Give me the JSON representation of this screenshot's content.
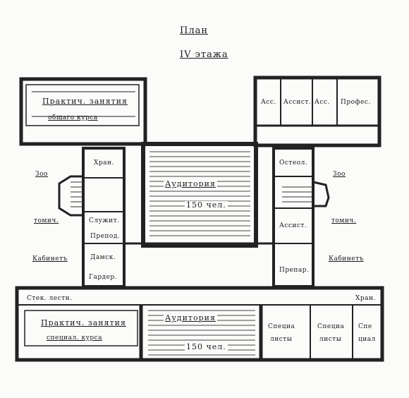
{
  "title": {
    "line1": "План",
    "line2": "IV этажа"
  },
  "rooms": {
    "lab_top_left": {
      "line1": "Практич. занятия",
      "line2": "общаго курса"
    },
    "lab_bottom_left": {
      "line1": "Практич. занятия",
      "line2": "специал. курса"
    },
    "assistant_1": "Асс.",
    "assistant_2": "Ассист.",
    "assistant_3": "Асс.",
    "professor": "Профес.",
    "auditorium_1": {
      "line1": "Аудитория",
      "line2": "150 чел."
    },
    "auditorium_2": {
      "line1": "Аудитория",
      "line2": "150 чел."
    },
    "storage_left": "Хран.",
    "service": "Служит.",
    "director": "Препод.",
    "ladies": "Дамск.",
    "wardrobe": "Гардер.",
    "office_right_1": "Остеол.",
    "office_right_2": "Ассист.",
    "office_right_3": "Препар.",
    "stairs_label": "Стек. лестн.",
    "storage_right": "Хран.",
    "special_1": {
      "line1": "Специа",
      "line2": "листы"
    },
    "special_2": {
      "line1": "Специа",
      "line2": "листы"
    },
    "special_3": {
      "line1": "Спе",
      "line2": "циал"
    }
  },
  "wings": {
    "left_zoo": "Зоо",
    "left_tomic": "томич.",
    "left_cabinet": "Кабинетъ",
    "right_zoo": "Зоо",
    "right_tomic": "томич.",
    "right_cabinet": "Кабинетъ"
  }
}
